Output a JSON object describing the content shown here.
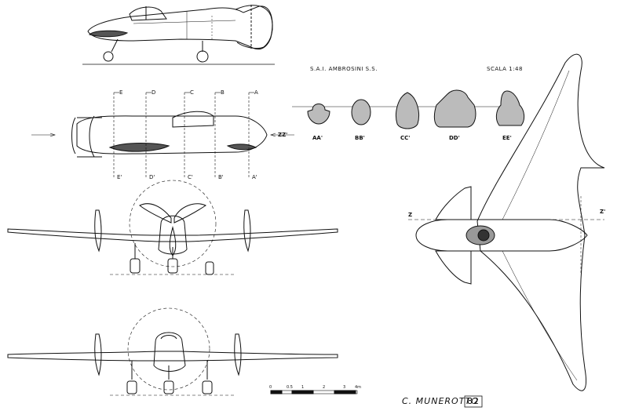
{
  "drawing": {
    "title": "S.A.I. AMBROSINI S.S.",
    "scale_label": "SCALA 1:48",
    "signature": "C. MUNEROTTO",
    "signature_year": "82",
    "section_labels": [
      "AA'",
      "BB'",
      "CC'",
      "DD'",
      "EE'"
    ],
    "station_letters_top": [
      "E",
      "D",
      "C",
      "B",
      "A"
    ],
    "station_letters_bottom": [
      "E'",
      "D'",
      "C'",
      "B'",
      "A'"
    ],
    "zz_label": "ZZ'",
    "z_left": "Z",
    "z_right": "Z'",
    "scale_bar_ticks": [
      "0",
      "0.5",
      "1",
      "2",
      "3",
      "4m"
    ]
  }
}
